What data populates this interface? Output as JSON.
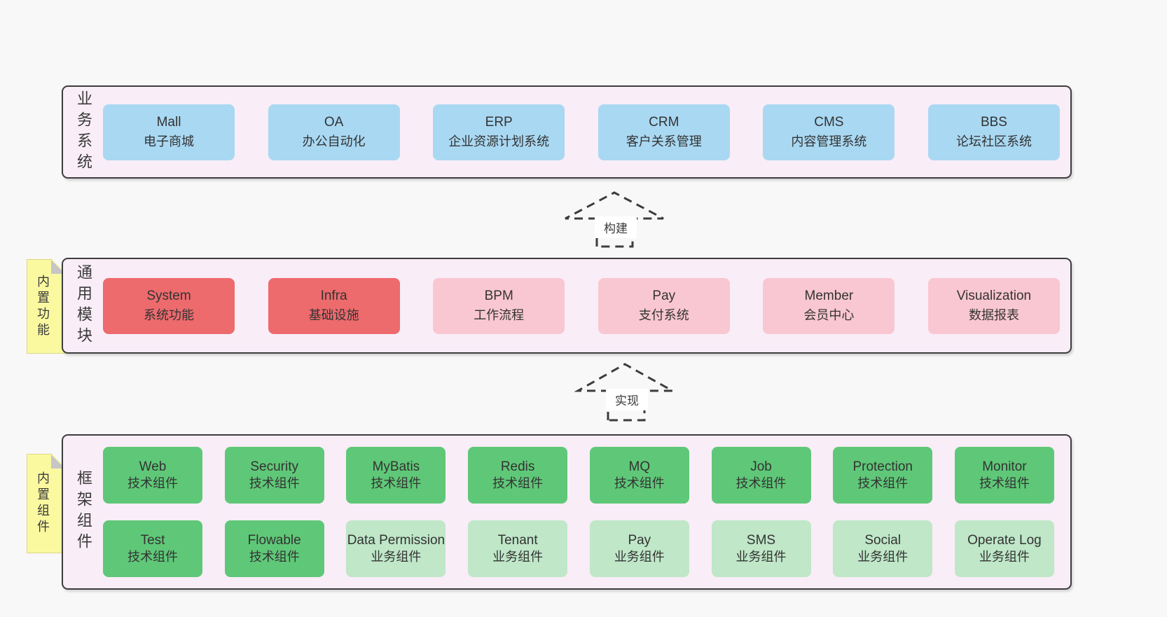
{
  "colors": {
    "page_bg": "#f8f8f8",
    "container_fill": "#f9edf7",
    "container_border": "#3d3d3d",
    "blue_box": "#a9d8f2",
    "red_box": "#ed6a6d",
    "pink_box": "#f9c7d1",
    "green_box": "#5fc878",
    "light_green_box": "#bfe7c8",
    "sticky_tab": "#fbf9a0",
    "fold_corner": "#c6c6c6",
    "text": "#3a3a3a"
  },
  "arrows": [
    {
      "label": "构建"
    },
    {
      "label": "实现"
    }
  ],
  "sections": [
    {
      "label": "业务系统",
      "boxes": [
        {
          "title": "Mall",
          "subtitle": "电子商城"
        },
        {
          "title": "OA",
          "subtitle": "办公自动化"
        },
        {
          "title": "ERP",
          "subtitle": "企业资源计划系统"
        },
        {
          "title": "CRM",
          "subtitle": "客户关系管理"
        },
        {
          "title": "CMS",
          "subtitle": "内容管理系统"
        },
        {
          "title": "BBS",
          "subtitle": "论坛社区系统"
        }
      ]
    },
    {
      "label": "通用模块",
      "tab": "内置功能",
      "boxes": [
        {
          "title": "System",
          "subtitle": "系统功能"
        },
        {
          "title": "Infra",
          "subtitle": "基础设施"
        },
        {
          "title": "BPM",
          "subtitle": "工作流程"
        },
        {
          "title": "Pay",
          "subtitle": "支付系统"
        },
        {
          "title": "Member",
          "subtitle": "会员中心"
        },
        {
          "title": "Visualization",
          "subtitle": "数据报表"
        }
      ]
    },
    {
      "label": "框架组件",
      "tab": "内置组件",
      "rows": [
        [
          {
            "title": "Web",
            "subtitle": "技术组件"
          },
          {
            "title": "Security",
            "subtitle": "技术组件"
          },
          {
            "title": "MyBatis",
            "subtitle": "技术组件"
          },
          {
            "title": "Redis",
            "subtitle": "技术组件"
          },
          {
            "title": "MQ",
            "subtitle": "技术组件"
          },
          {
            "title": "Job",
            "subtitle": "技术组件"
          },
          {
            "title": "Protection",
            "subtitle": "技术组件"
          },
          {
            "title": "Monitor",
            "subtitle": "技术组件"
          }
        ],
        [
          {
            "title": "Test",
            "subtitle": "技术组件"
          },
          {
            "title": "Flowable",
            "subtitle": "技术组件"
          },
          {
            "title": "Data Permission",
            "subtitle": "业务组件"
          },
          {
            "title": "Tenant",
            "subtitle": "业务组件"
          },
          {
            "title": "Pay",
            "subtitle": "业务组件"
          },
          {
            "title": "SMS",
            "subtitle": "业务组件"
          },
          {
            "title": "Social",
            "subtitle": "业务组件"
          },
          {
            "title": "Operate Log",
            "subtitle": "业务组件"
          }
        ]
      ]
    }
  ]
}
